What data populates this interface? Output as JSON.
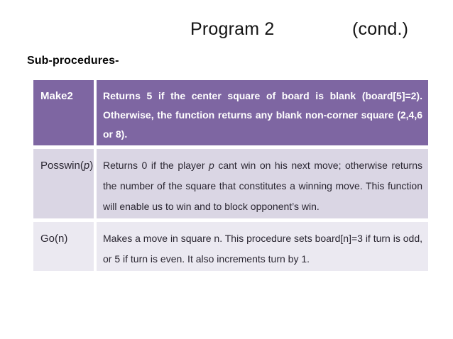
{
  "slide": {
    "title": "Program 2",
    "title_suffix": "(cond.)",
    "subtitle": "Sub-procedures-"
  },
  "colors": {
    "header_bg": "#7E66A2",
    "header_text": "#FFFFFF",
    "row_alt1_bg": "#DAD6E4",
    "row_alt2_bg": "#EBE9F1",
    "body_text": "#2A2631",
    "slide_bg": "#FFFFFF",
    "title_text": "#141414"
  },
  "table": {
    "rows": [
      {
        "name": "make2",
        "label": [
          {
            "t": "Make2"
          }
        ],
        "body": [
          {
            "t": "Returns 5 if the center square of board is blank (board[5]=2). Otherwise, the function returns any blank non-corner square (2,4,6 or 8)."
          }
        ]
      },
      {
        "name": "posswin",
        "label": [
          {
            "t": "Posswin("
          },
          {
            "t": "p",
            "i": true
          },
          {
            "t": ")"
          }
        ],
        "body": [
          {
            "t": "Returns 0 if the player "
          },
          {
            "t": "p",
            "i": true
          },
          {
            "t": " cant win on his next move; otherwise returns the number of the square that constitutes a winning move. This function will enable us to win and to block opponent’s win."
          }
        ]
      },
      {
        "name": "go",
        "label": [
          {
            "t": "Go(n)"
          }
        ],
        "body": [
          {
            "t": "Makes a move in square n. This procedure sets board[n]=3 if turn is odd, or 5 if turn is even. It also increments turn by 1."
          }
        ]
      }
    ]
  }
}
